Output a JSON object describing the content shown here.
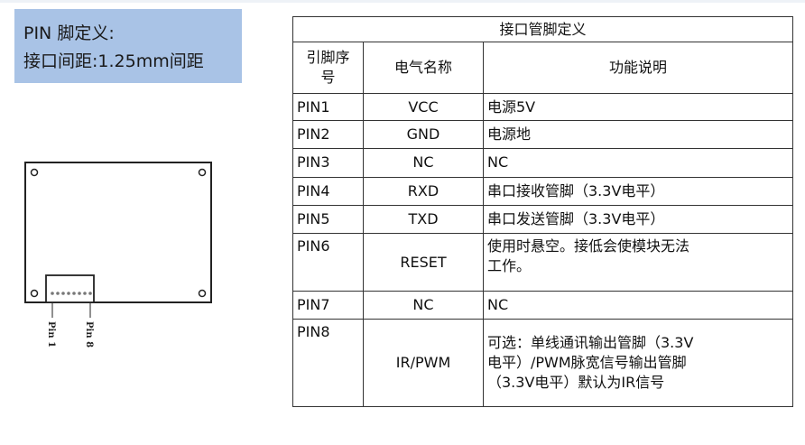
{
  "info": {
    "line1": "PIN 脚定义:",
    "line2": "接口间距:1.25mm间距"
  },
  "drawing": {
    "pin1_label": "Pin 1",
    "pin8_label": "Pin 8"
  },
  "table": {
    "title": "接口管脚定义",
    "headers": {
      "pin": [
        "引脚序",
        "号"
      ],
      "name": "电气名称",
      "desc": "功能说明"
    },
    "rows": [
      {
        "pin": "PIN1",
        "name": "VCC",
        "desc": [
          "电源5V"
        ]
      },
      {
        "pin": "PIN2",
        "name": "GND",
        "desc": [
          "电源地"
        ]
      },
      {
        "pin": "PIN3",
        "name": "NC",
        "desc": [
          "NC"
        ]
      },
      {
        "pin": "PIN4",
        "name": "RXD",
        "desc": [
          "串口接收管脚（3.3V电平）"
        ]
      },
      {
        "pin": "PIN5",
        "name": "TXD",
        "desc": [
          "串口发送管脚（3.3V电平）"
        ]
      },
      {
        "pin": "PIN6",
        "name": "RESET",
        "desc": [
          "使用时悬空。接低会使模块无法",
          "工作。"
        ]
      },
      {
        "pin": "PIN7",
        "name": "NC",
        "desc": [
          "NC"
        ]
      },
      {
        "pin": "PIN8",
        "name": "IR/PWM",
        "desc": [
          "可选：单线通讯输出管脚（3.3V",
          "电平）/PWM脉宽信号输出管脚",
          "（3.3V电平）默认为IR信号"
        ]
      }
    ]
  }
}
